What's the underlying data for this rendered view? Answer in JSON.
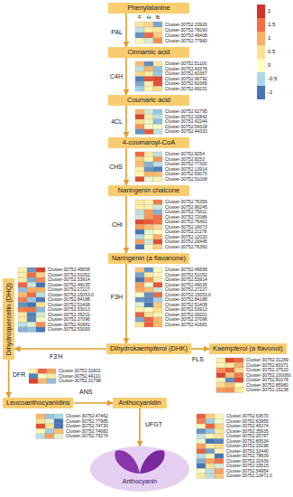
{
  "diagram": {
    "nodes": [
      {
        "text": [
          "Phenylalanine"
        ]
      },
      {
        "text": [
          "Cinnamic acid"
        ]
      },
      {
        "text": [
          "Coumaric acid"
        ]
      },
      {
        "text": [
          "4-coumaroyl-CoA"
        ]
      },
      {
        "text": [
          "Naringenin chalcone"
        ]
      },
      {
        "text": [
          "Naringenin (a flavanone)"
        ]
      },
      {
        "text": [
          "Dihydroquercetin (DHQ)"
        ]
      },
      {
        "text": [
          "Dihydrokaempferol (DHK)"
        ]
      },
      {
        "text": [
          "Kaempferol (a flavonol)"
        ]
      },
      {
        "text": [
          "Leucoanthocyanidins"
        ]
      },
      {
        "text": [
          "Anthocyanidin"
        ]
      },
      {
        "text": [
          "Anthocyanin"
        ]
      }
    ],
    "edges": [
      {
        "from": 0,
        "to": 1,
        "arrow": "to"
      },
      {
        "from": 1,
        "to": 2,
        "arrow": "to"
      },
      {
        "from": 2,
        "to": 3,
        "arrow": "to"
      },
      {
        "from": 3,
        "to": 4,
        "arrow": "to"
      },
      {
        "from": 4,
        "to": 5,
        "arrow": "to"
      },
      {
        "from": 5,
        "to": 7,
        "arrow": "to"
      },
      {
        "from": 7,
        "to": 6,
        "arrow": "to"
      },
      {
        "from": 7,
        "to": 8,
        "arrow": "to"
      },
      {
        "from": 6,
        "to": 9,
        "arrow": "to"
      },
      {
        "from": 9,
        "to": 10,
        "arrow": "to"
      },
      {
        "from": 10,
        "to": 11,
        "arrow": "to"
      }
    ],
    "labels": [
      "F",
      "H",
      "B",
      "PAL",
      "Cluster-30752.33926",
      "Cluster-30752.76093",
      "Cluster-30752.49408",
      "Cluster-30752.77980",
      "C4H",
      "Cluster-30752.51100",
      "Cluster-30752.43378",
      "Cluster-30752.60367",
      "Cluster-30752.96792",
      "Cluster-30752.60366",
      "Cluster-30752.69231",
      "4CL",
      "Cluster-30752.62795",
      "Cluster-30752.32842",
      "Cluster-30752.42244",
      "Cluster-30752.54318",
      "Cluster-30752.44333",
      "CHS",
      "Cluster-30752.8254",
      "Cluster-30752.8253",
      "Cluster-30752.77300",
      "Cluster-30752.13914",
      "Cluster-30752.53070",
      "Cluster-30752.51008",
      "CHI",
      "Cluster-30752.76359",
      "Cluster-30752.96245",
      "Cluster-30752.75611",
      "Cluster-30752.72086",
      "Cluster-30752.76461",
      "Cluster-30752.16073",
      "Cluster-30752.21178",
      "Cluster-30752.12020",
      "Cluster-30752.29445",
      "Cluster-30752.76360",
      "Cluster-30752.49658",
      "Cluster-30752.51052",
      "Cluster-30752.53914",
      "Cluster-30752.49035",
      "Cluster-30752.27227",
      "Cluster-30752.15053.0",
      "Cluster-30752.84188",
      "Cluster-30752.51408",
      "Cluster-30752.53013",
      "Cluster-30752.39201",
      "Cluster-30752.37096",
      "Cluster-30752.41681",
      "Cluster-30752.53093",
      "F3H",
      "Cluster-30752.49658",
      "Cluster-30752.51052",
      "Cluster-30752.53914",
      "Cluster-30752.49035",
      "Cluster-30752.27227",
      "Cluster-30752.15053.0",
      "Cluster-30752.84188",
      "Cluster-30752.51408",
      "Cluster-30752.53913",
      "Cluster-30752.39201",
      "Cluster-30752.37096",
      "Cluster-30752.41681",
      "F3'H",
      "FLS",
      "Cluster-30752.31289",
      "Cluster-30752.80371",
      "Cluster-30752.37520",
      "Cluster-30752.100060",
      "Cluster-30752.81078",
      "Cluster-30752.85980",
      "Cluster-30752.15238",
      "DFR",
      "Cluster-30752.31801",
      "Cluster-30752.44110",
      "Cluster-30752.31798",
      "ANS",
      "Cluster-30752.47462",
      "Cluster-30752.77985",
      "Cluster-30752.74730",
      "Cluster-30752.74682",
      "Cluster-30752.79274",
      "UFGT",
      "Cluster-30752.63670",
      "Cluster-30752.63955",
      "Cluster-30752.49374",
      "Cluster-30752.35935",
      "Cluster-30752.25787",
      "Cluster-30752.80534",
      "Cluster-30752.33196",
      "Cluster-30752.32440",
      "Cluster-30752.78839",
      "Cluster-30752.32439",
      "Cluster-30752.33515",
      "Cluster-30752.54954",
      "Cluster-30752.13471.0"
    ],
    "legend": [
      {
        "text": "2",
        "color": "#d73027"
      },
      {
        "text": "1.5",
        "color": "#f46d43"
      },
      {
        "text": "1",
        "color": "#fdae61"
      },
      {
        "text": "0.5",
        "color": "#fee090"
      },
      {
        "text": "0",
        "color": "#ffffbf"
      },
      {
        "text": "-0.5",
        "color": "#abd9e9"
      },
      {
        "text": "-1",
        "color": "#4575b4"
      }
    ]
  }
}
